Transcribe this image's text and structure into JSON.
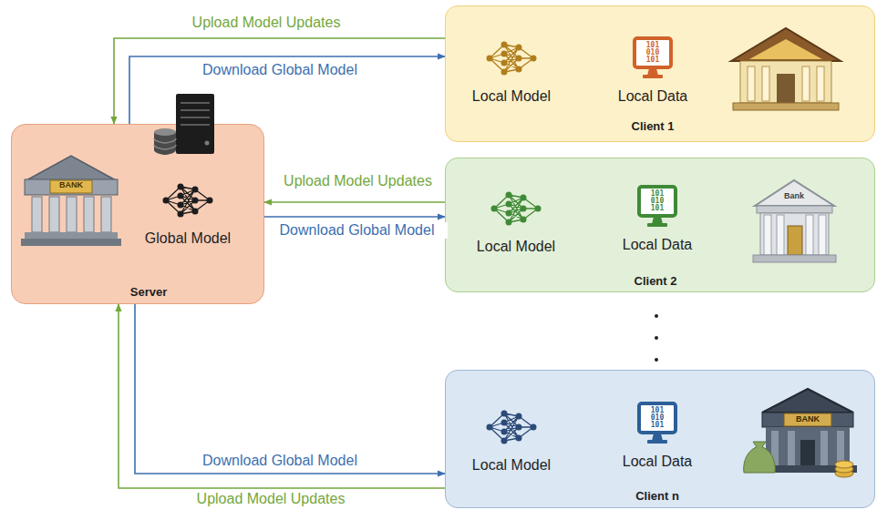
{
  "diagram": {
    "nodes": [
      {
        "text": [
          "Server"
        ]
      },
      {
        "text": [
          "Global Model"
        ],
        "in": 0
      },
      {
        "text": [
          "Client 1"
        ]
      },
      {
        "text": [
          "Local Model"
        ],
        "in": 2
      },
      {
        "text": [
          "Local Data"
        ],
        "in": 2
      },
      {
        "text": [
          "Client 2"
        ]
      },
      {
        "text": [
          "Local Model"
        ],
        "in": 5
      },
      {
        "text": [
          "Local Data"
        ],
        "in": 5
      },
      {
        "text": [
          "Client n"
        ]
      },
      {
        "text": [
          "Local Model"
        ],
        "in": 8
      },
      {
        "text": [
          "Local Data"
        ],
        "in": 8
      }
    ],
    "edges": [
      {
        "from": 2,
        "to": 0,
        "label": "Upload Model Updates",
        "arrow": "to"
      },
      {
        "from": 0,
        "to": 2,
        "label": "Download Global Model",
        "arrow": "to"
      },
      {
        "from": 4,
        "to": 3,
        "arrow": "to"
      },
      {
        "from": 5,
        "to": 0,
        "label": "Upload Model Updates",
        "arrow": "to"
      },
      {
        "from": 0,
        "to": 5,
        "label": "Download Global Model",
        "arrow": "to"
      },
      {
        "from": 7,
        "to": 6,
        "arrow": "to"
      },
      {
        "from": 0,
        "to": 8,
        "label": "Download Global Model",
        "arrow": "to"
      },
      {
        "from": 8,
        "to": 0,
        "label": "Upload Model Updates",
        "arrow": "to"
      },
      {
        "from": 10,
        "to": 9,
        "arrow": "to"
      }
    ],
    "labels": [
      "BANK",
      "101",
      "010",
      "101",
      "Bank",
      "101",
      "010",
      "101",
      "101",
      "010",
      "101",
      "BANK"
    ]
  }
}
